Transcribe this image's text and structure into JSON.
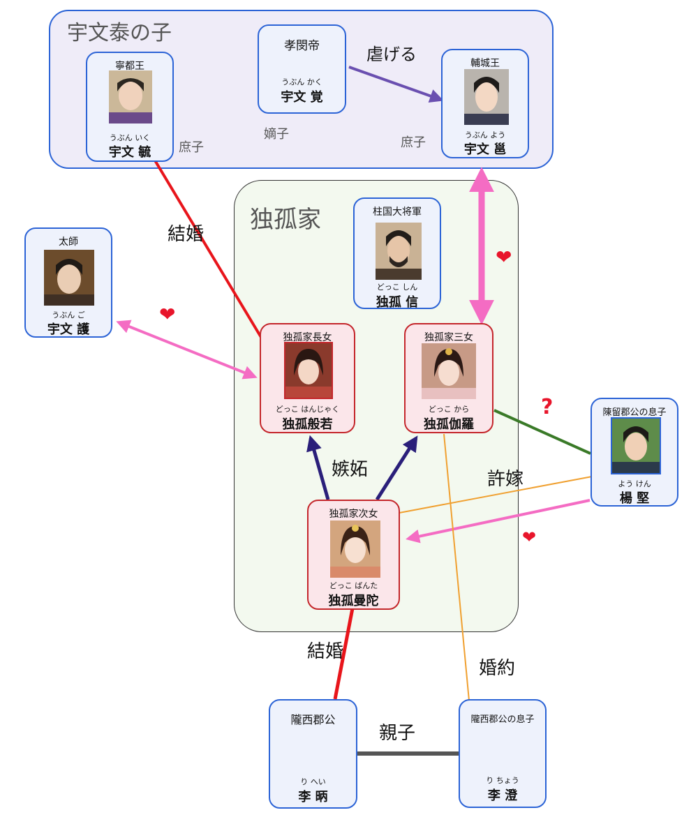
{
  "groups": {
    "yuwen": {
      "title": "宇文泰の子"
    },
    "dugu": {
      "title": "独孤家"
    }
  },
  "people": {
    "yuwen_yu": {
      "title": "寧都王",
      "ruby": "うぶん いく",
      "name": "宇文 毓"
    },
    "yuwen_jue": {
      "title": "孝閔帝",
      "ruby": "うぶん かく",
      "name": "宇文 覚"
    },
    "yuwen_yong": {
      "title": "輔城王",
      "ruby": "うぶん よう",
      "name": "宇文 邕"
    },
    "yuwen_hu": {
      "title": "太師",
      "ruby": "うぶん ご",
      "name": "宇文 護"
    },
    "dugu_xin": {
      "title": "柱国大将軍",
      "ruby": "どっこ しん",
      "name": "独孤 信"
    },
    "banruo": {
      "title": "独孤家長女",
      "ruby": "どっこ はんじゃく",
      "name": "独孤般若"
    },
    "qieluo": {
      "title": "独孤家三女",
      "ruby": "どっこ から",
      "name": "独孤伽羅"
    },
    "mantuo": {
      "title": "独孤家次女",
      "ruby": "どっこ ばんた",
      "name": "独孤曼陀"
    },
    "yang_jian": {
      "title": "陳留郡公の息子",
      "ruby": "よう けん",
      "name": "楊 堅"
    },
    "li_bing": {
      "title": "隴西郡公",
      "ruby": "り へい",
      "name": "李 昞"
    },
    "li_cheng": {
      "title": "隴西郡公の息子",
      "ruby": "り ちょう",
      "name": "李 澄"
    }
  },
  "relations": {
    "abuse": "虐げる",
    "marriage1": "結婚",
    "marriage2": "結婚",
    "jealousy": "嫉妬",
    "fiance": "許嫁",
    "engagement": "婚約",
    "parent_child": "親子",
    "illegitimate1": "庶子",
    "legitimate": "嫡子",
    "illegitimate2": "庶子",
    "heart": "❤",
    "question": "?"
  },
  "colors": {
    "blue_border": "#2b63d6",
    "red_border": "#c4262b",
    "marriage_line": "#e8151b",
    "love_arrow": "#f46cc3",
    "jealousy_arrow": "#2a1f7a",
    "abuse_arrow": "#6a4fb0",
    "question_line": "#3a7a28",
    "engagement_line": "#f0a030",
    "parent_line": "#555555"
  }
}
